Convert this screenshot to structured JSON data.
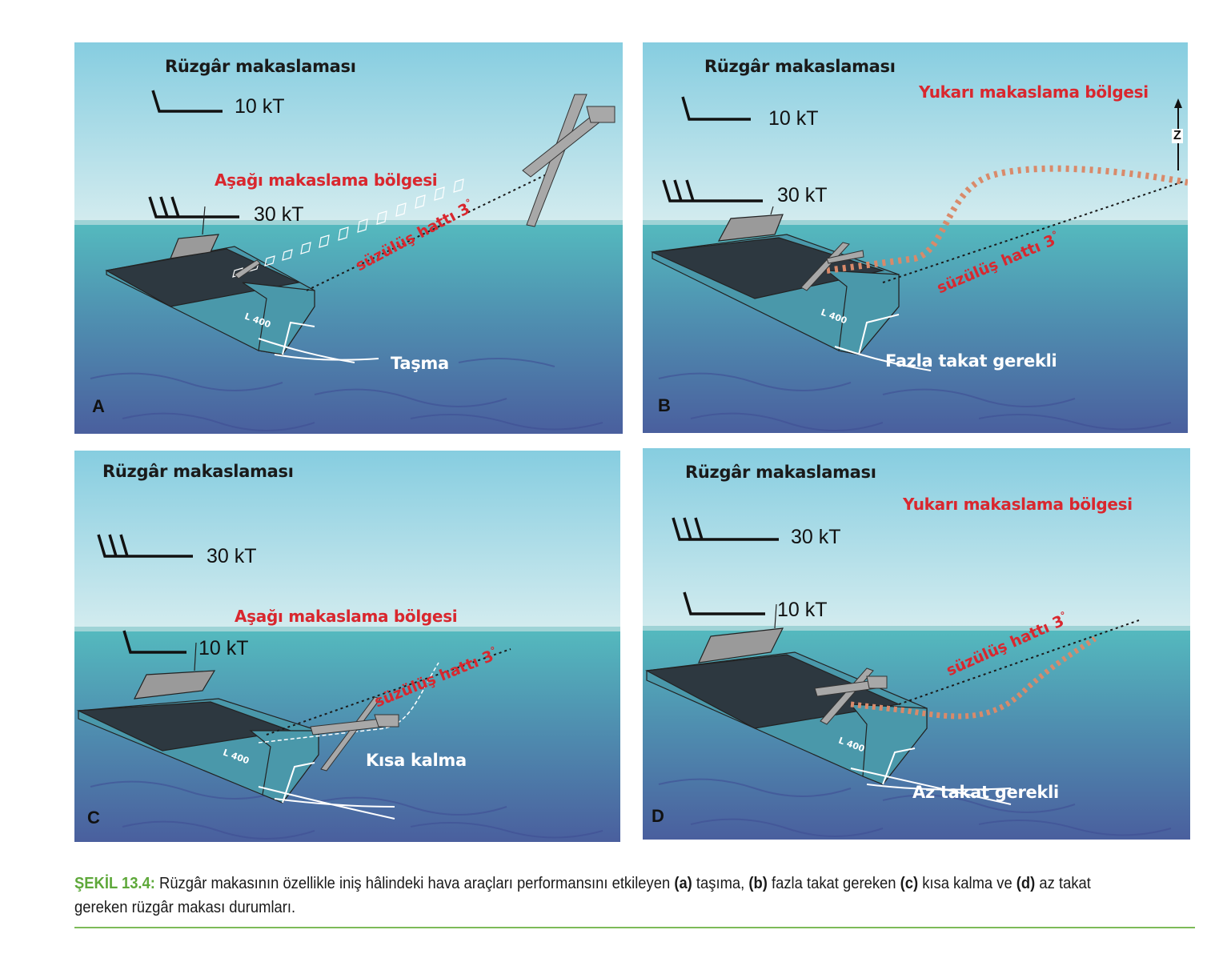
{
  "figure": {
    "panels": [
      {
        "id": "A",
        "label": "A",
        "title": "Rüzgâr makaslaması",
        "upper_wind": "10 kT",
        "lower_wind": "30 kT",
        "zone": "Aşağı makaslama bölgesi",
        "glide_line": "süzülüş hattı 3",
        "glide_degree": "°",
        "outcome": "Taşma",
        "hull_number": "L 400"
      },
      {
        "id": "B",
        "label": "B",
        "title": "Rüzgâr makaslaması",
        "upper_wind": "10 kT",
        "lower_wind": "30 kT",
        "zone": "Yukarı makaslama bölgesi",
        "axis_label": "Z",
        "glide_line": "süzülüş hattı 3",
        "glide_degree": "°",
        "outcome": "Fazla takat gerekli",
        "hull_number": "L 400"
      },
      {
        "id": "C",
        "label": "C",
        "title": "Rüzgâr makaslaması",
        "upper_wind": "30 kT",
        "lower_wind": "10 kT",
        "zone": "Aşağı makaslama bölgesi",
        "glide_line": "süzülüş hattı 3",
        "glide_degree": "°",
        "outcome": "Kısa kalma",
        "hull_number": "L 400"
      },
      {
        "id": "D",
        "label": "D",
        "title": "Rüzgâr makaslaması",
        "upper_wind": "30 kT",
        "lower_wind": "10 kT",
        "zone": "Yukarı makaslama bölgesi",
        "glide_line": "süzülüş hattı 3",
        "glide_degree": "°",
        "outcome": "Az takat gerekli",
        "hull_number": "L 400"
      }
    ],
    "caption": {
      "figure_number": "ŞEKİL 13.4:",
      "part1": " Rüzgâr makasının özellikle iniş hâlindeki hava araçları performansını etkileyen ",
      "a": "(a)",
      "part2": " taşıma, ",
      "b": "(b)",
      "part3": " fazla takat gereken ",
      "c": "(c)",
      "part4": " kısa kalma ve ",
      "d": "(d)",
      "part5": " az takat gereken rüzgâr makası durumları."
    },
    "colors": {
      "sky_top": "#86cde0",
      "sky_bottom": "#d4ecef",
      "sea_top": "#54b9be",
      "sea_bottom": "#4a5f9e",
      "zone_text": "#d9272e",
      "caption_accent": "#5ea83a",
      "rule": "#7dbb58",
      "path_salmon": "#d98a6a"
    }
  }
}
